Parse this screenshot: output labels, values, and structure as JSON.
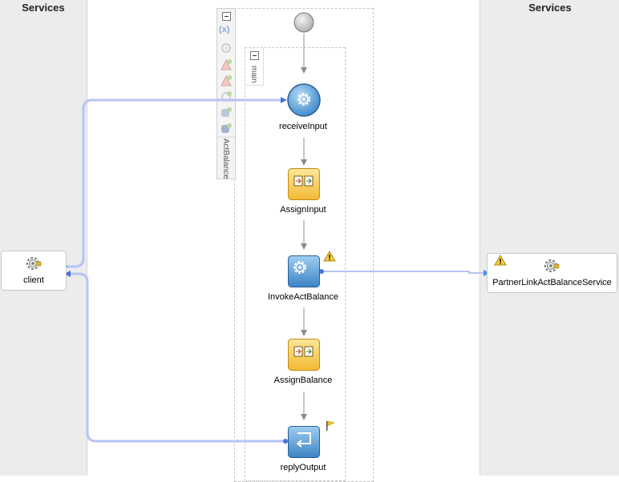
{
  "lanes": {
    "left_title": "Services",
    "right_title": "Services"
  },
  "services": {
    "client": "client",
    "partner": "PartnerLinkActBalanceService"
  },
  "scopes": {
    "process_scope": "ActBalance",
    "main_scope": "main"
  },
  "activities": [
    {
      "id": "receive",
      "label": "receiveInput",
      "type": "receive",
      "icon": "gear-icon"
    },
    {
      "id": "assign1",
      "label": "AssignInput",
      "type": "assign",
      "icon": "assign-icon"
    },
    {
      "id": "invoke",
      "label": "InvokeActBalance",
      "type": "invoke",
      "icon": "gear-icon"
    },
    {
      "id": "assign2",
      "label": "AssignBalance",
      "type": "assign",
      "icon": "assign-icon"
    },
    {
      "id": "reply",
      "label": "replyOutput",
      "type": "reply",
      "icon": "reply-icon"
    }
  ],
  "toolbar": {
    "variables_icon": "(x)"
  },
  "colors": {
    "lane_bg": "#ececec",
    "activity_blue": "#5b9bd5",
    "assign_yellow": "#f7c948",
    "wire": "#b7c3f4",
    "warning": "#f4d03f"
  }
}
